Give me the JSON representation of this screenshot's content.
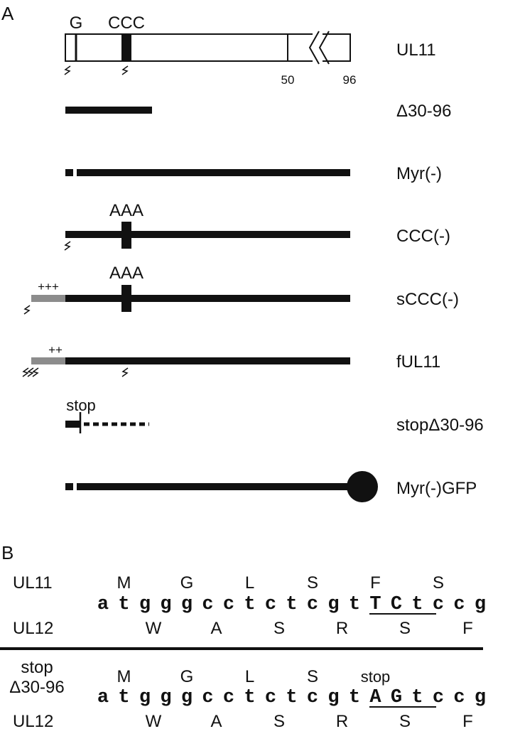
{
  "panel_a": {
    "letter": "A",
    "gene_markers": {
      "g": "G",
      "ccc": "CCC",
      "pos_50": "50",
      "pos_96": "96"
    },
    "constructs": [
      {
        "name": "UL11"
      },
      {
        "name": "Δ30-96"
      },
      {
        "name": "Myr(-)"
      },
      {
        "name": "CCC(-)",
        "mutation": "AAA"
      },
      {
        "name": "sCCC(-)",
        "mutation": "AAA",
        "charge": "+++"
      },
      {
        "name": "fUL11",
        "charge": "++"
      },
      {
        "name": "stopΔ30-96",
        "marker": "stop"
      },
      {
        "name": "Myr(-)GFP"
      }
    ],
    "colors": {
      "ink": "#111111",
      "gray_segment": "#8c8c8c"
    }
  },
  "panel_b": {
    "letter": "B",
    "wildtype": {
      "label_top": "UL11",
      "aa_top": [
        "M",
        "G",
        "L",
        "S",
        "F",
        "S"
      ],
      "nucleotides": [
        "a",
        "t",
        "g",
        "g",
        "g",
        "c",
        "c",
        "t",
        "c",
        "t",
        "c",
        "g",
        "t",
        "T",
        "C",
        "t",
        "c",
        "c",
        "g"
      ],
      "label_bottom": "UL12",
      "aa_bottom": [
        "W",
        "A",
        "S",
        "R",
        "S",
        "F"
      ]
    },
    "mutant": {
      "label_top_1": "stop",
      "label_top_2": "Δ30-96",
      "aa_top": [
        "M",
        "G",
        "L",
        "S",
        "stop"
      ],
      "nucleotides": [
        "a",
        "t",
        "g",
        "g",
        "g",
        "c",
        "c",
        "t",
        "c",
        "t",
        "c",
        "g",
        "t",
        "A",
        "G",
        "t",
        "c",
        "c",
        "g"
      ],
      "label_bottom": "UL12",
      "aa_bottom": [
        "W",
        "A",
        "S",
        "R",
        "S",
        "F"
      ]
    }
  }
}
